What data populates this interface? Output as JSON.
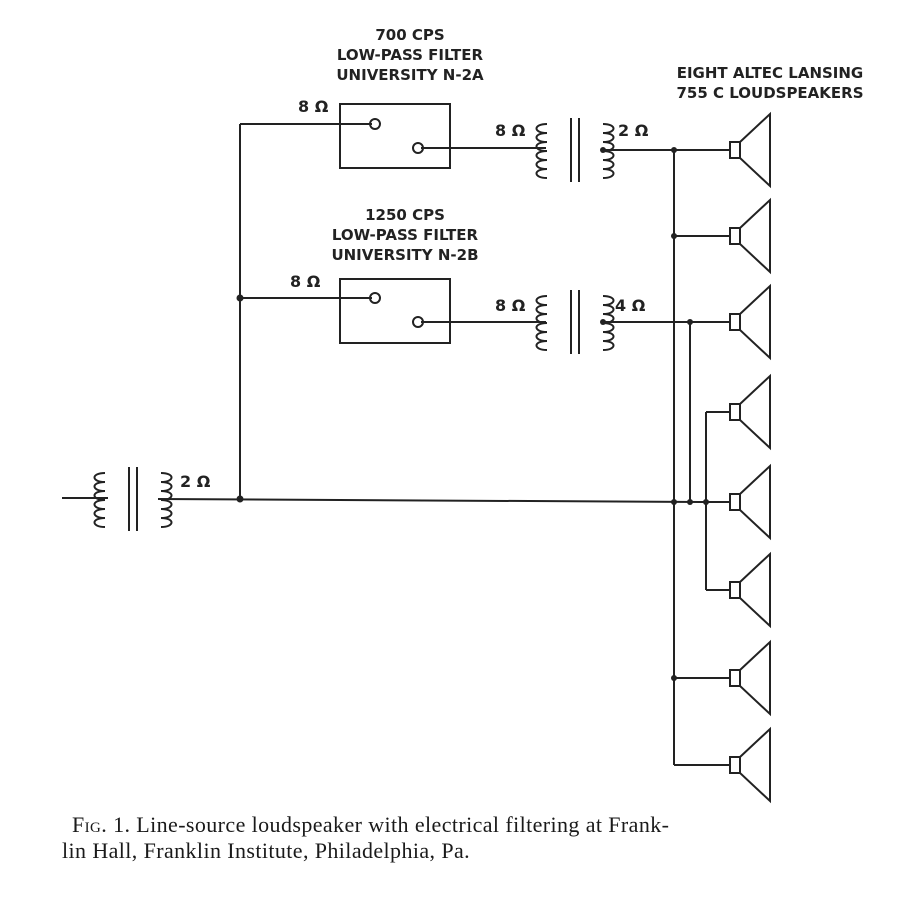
{
  "filter_top": {
    "title_lines": [
      "700 CPS",
      "LOW-PASS FILTER",
      "UNIVERSITY N-2A"
    ],
    "input_impedance": "8 Ω",
    "xfmr_primary": "8 Ω",
    "xfmr_secondary": "2 Ω"
  },
  "filter_bottom": {
    "title_lines": [
      "1250 CPS",
      "LOW-PASS FILTER",
      "UNIVERSITY N-2B"
    ],
    "input_impedance": "8 Ω",
    "xfmr_primary": "8 Ω",
    "xfmr_secondary": "4 Ω"
  },
  "input_xfmr_secondary": "2 Ω",
  "speakers_label": [
    "EIGHT ALTEC LANSING",
    "755 C LOUDSPEAKERS"
  ],
  "caption": {
    "fig": "Fig. 1.",
    "line1": "Line-source loudspeaker with electrical filtering at Frank-",
    "line2": "lin Hall, Franklin Institute, Philadelphia, Pa."
  }
}
